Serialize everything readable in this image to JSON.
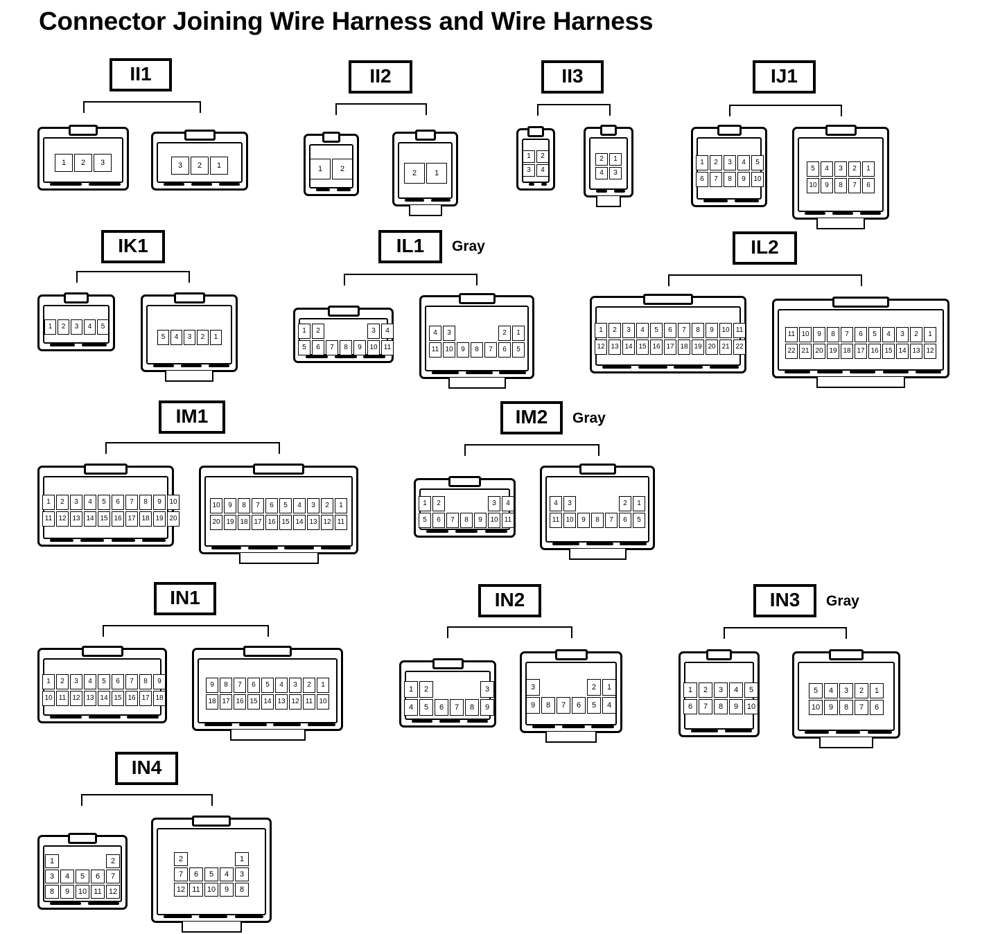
{
  "title": "Connector Joining Wire Harness and Wire Harness",
  "connectors": [
    {
      "id": "II1",
      "note": "",
      "left": {
        "rows": [
          [
            "1",
            "2",
            "3"
          ]
        ]
      },
      "right": {
        "rows": [
          [
            "3",
            "2",
            "1"
          ]
        ]
      }
    },
    {
      "id": "II2",
      "note": "",
      "left": {
        "rows": [
          [
            "1",
            "2"
          ]
        ]
      },
      "right": {
        "rows": [
          [
            "2",
            "1"
          ]
        ]
      }
    },
    {
      "id": "II3",
      "note": "",
      "left": {
        "rows": [
          [
            "1",
            "2"
          ],
          [
            "3",
            "4"
          ]
        ]
      },
      "right": {
        "rows": [
          [
            "2",
            "1"
          ],
          [
            "4",
            "3"
          ]
        ]
      }
    },
    {
      "id": "IJ1",
      "note": "",
      "left": {
        "rows": [
          [
            "1",
            "2",
            "3",
            "4",
            "5"
          ],
          [
            "6",
            "7",
            "8",
            "9",
            "10"
          ]
        ]
      },
      "right": {
        "rows": [
          [
            "5",
            "4",
            "3",
            "2",
            "1"
          ],
          [
            "10",
            "9",
            "8",
            "7",
            "6"
          ]
        ]
      }
    },
    {
      "id": "IK1",
      "note": "",
      "left": {
        "rows": [
          [
            "1",
            "2",
            "3",
            "4",
            "5"
          ]
        ]
      },
      "right": {
        "rows": [
          [
            "5",
            "4",
            "3",
            "2",
            "1"
          ]
        ]
      }
    },
    {
      "id": "IL1",
      "note": "Gray",
      "left": {
        "rows": [
          [
            "1",
            "2",
            "",
            "",
            "",
            "3",
            "4"
          ],
          [
            "5",
            "6",
            "7",
            "8",
            "9",
            "10",
            "11"
          ]
        ]
      },
      "right": {
        "rows": [
          [
            "4",
            "3",
            "",
            "",
            "",
            "2",
            "1"
          ],
          [
            "11",
            "10",
            "9",
            "8",
            "7",
            "6",
            "5"
          ]
        ]
      }
    },
    {
      "id": "IL2",
      "note": "",
      "left": {
        "rows": [
          [
            "1",
            "2",
            "3",
            "4",
            "5",
            "6",
            "7",
            "8",
            "9",
            "10",
            "11"
          ],
          [
            "12",
            "13",
            "14",
            "15",
            "16",
            "17",
            "18",
            "19",
            "20",
            "21",
            "22"
          ]
        ]
      },
      "right": {
        "rows": [
          [
            "11",
            "10",
            "9",
            "8",
            "7",
            "6",
            "5",
            "4",
            "3",
            "2",
            "1"
          ],
          [
            "22",
            "21",
            "20",
            "19",
            "18",
            "17",
            "16",
            "15",
            "14",
            "13",
            "12"
          ]
        ]
      }
    },
    {
      "id": "IM1",
      "note": "",
      "left": {
        "rows": [
          [
            "1",
            "2",
            "3",
            "4",
            "5",
            "6",
            "7",
            "8",
            "9",
            "10"
          ],
          [
            "11",
            "12",
            "13",
            "14",
            "15",
            "16",
            "17",
            "18",
            "19",
            "20"
          ]
        ]
      },
      "right": {
        "rows": [
          [
            "10",
            "9",
            "8",
            "7",
            "6",
            "5",
            "4",
            "3",
            "2",
            "1"
          ],
          [
            "20",
            "19",
            "18",
            "17",
            "16",
            "15",
            "14",
            "13",
            "12",
            "11"
          ]
        ]
      }
    },
    {
      "id": "IM2",
      "note": "Gray",
      "left": {
        "rows": [
          [
            "1",
            "2",
            "",
            "",
            "",
            "3",
            "4"
          ],
          [
            "5",
            "6",
            "7",
            "8",
            "9",
            "10",
            "11"
          ]
        ]
      },
      "right": {
        "rows": [
          [
            "4",
            "3",
            "",
            "",
            "",
            "2",
            "1"
          ],
          [
            "11",
            "10",
            "9",
            "8",
            "7",
            "6",
            "5"
          ]
        ]
      }
    },
    {
      "id": "IN1",
      "note": "",
      "left": {
        "rows": [
          [
            "1",
            "2",
            "3",
            "4",
            "5",
            "6",
            "7",
            "8",
            "9"
          ],
          [
            "10",
            "11",
            "12",
            "13",
            "14",
            "15",
            "16",
            "17",
            "18"
          ]
        ]
      },
      "right": {
        "rows": [
          [
            "9",
            "8",
            "7",
            "6",
            "5",
            "4",
            "3",
            "2",
            "1"
          ],
          [
            "18",
            "17",
            "16",
            "15",
            "14",
            "13",
            "12",
            "11",
            "10"
          ]
        ]
      }
    },
    {
      "id": "IN2",
      "note": "",
      "left": {
        "rows": [
          [
            "1",
            "2",
            "",
            "",
            "",
            "3"
          ],
          [
            "4",
            "5",
            "6",
            "7",
            "8",
            "9"
          ]
        ]
      },
      "right": {
        "rows": [
          [
            "3",
            "",
            "",
            "",
            "2",
            "1"
          ],
          [
            "9",
            "8",
            "7",
            "6",
            "5",
            "4"
          ]
        ]
      }
    },
    {
      "id": "IN3",
      "note": "Gray",
      "left": {
        "rows": [
          [
            "1",
            "2",
            "3",
            "4",
            "5"
          ],
          [
            "6",
            "7",
            "8",
            "9",
            "10"
          ]
        ]
      },
      "right": {
        "rows": [
          [
            "5",
            "4",
            "3",
            "2",
            "1"
          ],
          [
            "10",
            "9",
            "8",
            "7",
            "6"
          ]
        ]
      }
    },
    {
      "id": "IN4",
      "note": "",
      "left": {
        "rows": [
          [
            "1",
            "",
            "",
            "",
            "2"
          ],
          [
            "3",
            "4",
            "5",
            "6",
            "7"
          ],
          [
            "8",
            "9",
            "10",
            "11",
            "12"
          ]
        ]
      },
      "right": {
        "rows": [
          [
            "2",
            "",
            "",
            "",
            "1"
          ],
          [
            "7",
            "6",
            "5",
            "4",
            "3"
          ],
          [
            "12",
            "11",
            "10",
            "9",
            "8"
          ]
        ]
      }
    }
  ]
}
